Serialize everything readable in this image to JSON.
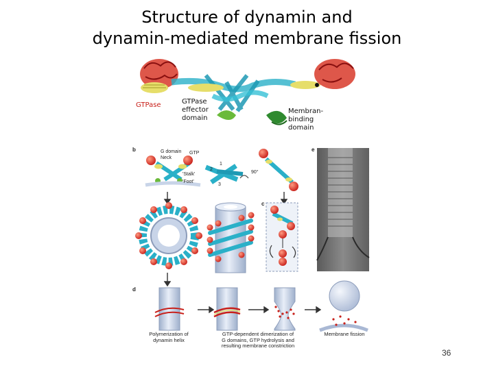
{
  "slide": {
    "title_line1": "Structure of dynamin and",
    "title_line2": "dynamin-mediated membrane fission",
    "page_number": "36"
  },
  "figure": {
    "panel_a": {
      "label_gtpase": "GTPase",
      "label_ged_1": "GTPase",
      "label_ged_2": "effector",
      "label_ged_3": "domain",
      "label_mbd_1": "Membran-",
      "label_mbd_2": "binding",
      "label_mbd_3": "domain"
    },
    "panel_b": {
      "letter": "b",
      "g_domain": "G domain",
      "neck": "Neck",
      "gtp": "GTP",
      "stalk": "'Stalk'",
      "foot": "'Foot'",
      "rotation": "90°",
      "num1": "1",
      "num2": "2",
      "num3": "3"
    },
    "panel_c": {
      "letter": "c"
    },
    "panel_d": {
      "letter": "d",
      "caption1_line1": "Polymerization of",
      "caption1_line2": "dynamin helix",
      "caption2_line1": "GTP-dependent dimerization of",
      "caption2_line2": "G domains, GTP hydrolysis and",
      "caption2_line3": "resulting membrane constriction",
      "caption3": "Membrane fission"
    },
    "panel_e": {
      "letter": "e"
    },
    "colors": {
      "gtpase_red": "#c8201a",
      "effector_yellow": "#e8e070",
      "stalk_cyan": "#2ab0c8",
      "membrane_green": "#3a9a3a",
      "tube_blue": "#c8d4e8"
    }
  }
}
